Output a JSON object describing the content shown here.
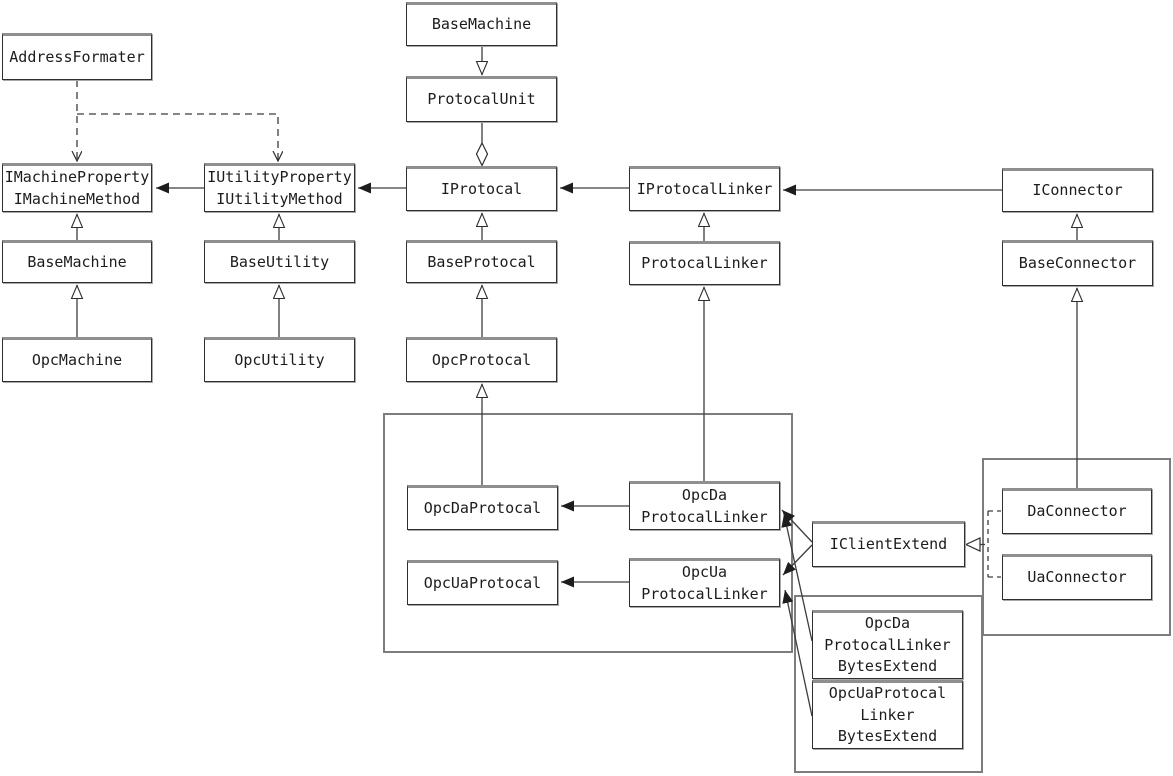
{
  "diagram": {
    "kind": "uml-class-diagram",
    "colors": {
      "background": "#ffffff",
      "line": "#3d3d3d",
      "box_border": "#2e2e2e",
      "box_fill": "#ffffff",
      "group_border": "#7d7d7d"
    },
    "nodes": [
      {
        "id": "address-formater",
        "label": "AddressFormater"
      },
      {
        "id": "base-machine-top",
        "label": "BaseMachine"
      },
      {
        "id": "protocal-unit",
        "label": "ProtocalUnit"
      },
      {
        "id": "imachine",
        "label": "IMachineProperty\nIMachineMethod"
      },
      {
        "id": "iutility",
        "label": "IUtilityProperty\nIUtilityMethod"
      },
      {
        "id": "iprotocal",
        "label": "IProtocal"
      },
      {
        "id": "iprotocal-linker",
        "label": "IProtocalLinker"
      },
      {
        "id": "iconnector",
        "label": "IConnector"
      },
      {
        "id": "base-machine",
        "label": "BaseMachine"
      },
      {
        "id": "base-utility",
        "label": "BaseUtility"
      },
      {
        "id": "base-protocal",
        "label": "BaseProtocal"
      },
      {
        "id": "protocal-linker",
        "label": "ProtocalLinker"
      },
      {
        "id": "base-connector",
        "label": "BaseConnector"
      },
      {
        "id": "opc-machine",
        "label": "OpcMachine"
      },
      {
        "id": "opc-utility",
        "label": "OpcUtility"
      },
      {
        "id": "opc-protocal",
        "label": "OpcProtocal"
      },
      {
        "id": "opcda-protocal",
        "label": "OpcDaProtocal"
      },
      {
        "id": "opcua-protocal",
        "label": "OpcUaProtocal"
      },
      {
        "id": "opcda-protocal-linker",
        "label": "OpcDa\nProtocalLinker"
      },
      {
        "id": "opcua-protocal-linker",
        "label": "OpcUa\nProtocalLinker"
      },
      {
        "id": "iclient-extend",
        "label": "IClientExtend"
      },
      {
        "id": "da-connector",
        "label": "DaConnector"
      },
      {
        "id": "ua-connector",
        "label": "UaConnector"
      },
      {
        "id": "opcda-protocal-linker-bytes-extend",
        "label": "OpcDa\nProtocalLinker\nBytesExtend"
      },
      {
        "id": "opcua-protocal-linker-bytes-extend",
        "label": "OpcUaProtocal\nLinker\nBytesExtend"
      }
    ],
    "edges": [
      {
        "from": "IUtilityProperty/IUtilityMethod",
        "to": "IMachineProperty/IMachineMethod",
        "type": "association"
      },
      {
        "from": "IProtocal",
        "to": "IUtilityProperty/IUtilityMethod",
        "type": "association"
      },
      {
        "from": "IProtocalLinker",
        "to": "IProtocal",
        "type": "association"
      },
      {
        "from": "IConnector",
        "to": "IProtocalLinker",
        "type": "association"
      },
      {
        "from": "OpcDa ProtocalLinker",
        "to": "OpcDaProtocal",
        "type": "association"
      },
      {
        "from": "OpcUa ProtocalLinker",
        "to": "OpcUaProtocal",
        "type": "association"
      },
      {
        "from": "IClientExtend",
        "to": "OpcDa ProtocalLinker",
        "type": "association"
      },
      {
        "from": "IClientExtend",
        "to": "OpcUa ProtocalLinker",
        "type": "association"
      },
      {
        "from": "OpcDa ProtocalLinker BytesExtend",
        "to": "OpcDa ProtocalLinker",
        "type": "association"
      },
      {
        "from": "OpcUaProtocal Linker BytesExtend",
        "to": "OpcUa ProtocalLinker",
        "type": "association"
      },
      {
        "from": "BaseMachine",
        "to": "IMachineProperty/IMachineMethod",
        "type": "generalization"
      },
      {
        "from": "OpcMachine",
        "to": "BaseMachine",
        "type": "generalization"
      },
      {
        "from": "BaseUtility",
        "to": "IUtilityProperty/IUtilityMethod",
        "type": "generalization"
      },
      {
        "from": "OpcUtility",
        "to": "BaseUtility",
        "type": "generalization"
      },
      {
        "from": "BaseProtocal",
        "to": "IProtocal",
        "type": "generalization"
      },
      {
        "from": "OpcProtocal",
        "to": "BaseProtocal",
        "type": "generalization"
      },
      {
        "from": "OpcDaProtocal",
        "to": "OpcProtocal",
        "type": "generalization"
      },
      {
        "from": "ProtocalLinker",
        "to": "IProtocalLinker",
        "type": "generalization"
      },
      {
        "from": "OpcDa ProtocalLinker",
        "to": "ProtocalLinker",
        "type": "generalization"
      },
      {
        "from": "BaseConnector",
        "to": "IConnector",
        "type": "generalization"
      },
      {
        "from": "DaConnector",
        "to": "BaseConnector",
        "type": "generalization"
      },
      {
        "from": "BaseMachine (top)",
        "to": "ProtocalUnit",
        "type": "generalization"
      },
      {
        "from": "ProtocalUnit",
        "to": "IProtocal",
        "type": "aggregation"
      },
      {
        "from": "AddressFormater",
        "to": "IMachineProperty/IMachineMethod",
        "type": "dependency"
      },
      {
        "from": "AddressFormater",
        "to": "IUtilityProperty/IUtilityMethod",
        "type": "dependency"
      },
      {
        "from": "DaConnector",
        "to": "IClientExtend",
        "type": "realization"
      },
      {
        "from": "UaConnector",
        "to": "IClientExtend",
        "type": "realization"
      }
    ],
    "groups": [
      {
        "id": "group-opc-protocal-and-linkers"
      },
      {
        "id": "group-bytes-extend"
      },
      {
        "id": "group-connectors"
      }
    ]
  }
}
